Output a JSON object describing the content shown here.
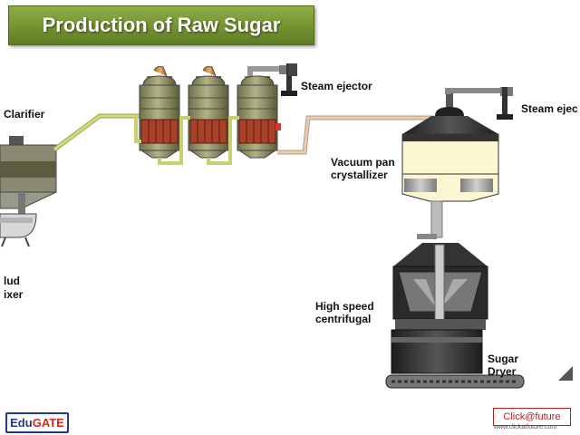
{
  "title": "Production of Raw Sugar",
  "labels": {
    "clarifier": "Clarifier",
    "mud_mixer_line1": "lud",
    "mud_mixer_line2": "ixer",
    "steam_ejector_1": "Steam ejector",
    "steam_ejector_2": "Steam ejec",
    "vacuum_pan_line1": "Vacuum pan",
    "vacuum_pan_line2": "crystallizer",
    "centrifugal_line1": "High speed",
    "centrifugal_line2": "centrifugal",
    "dryer_line1": "Sugar",
    "dryer_line2": "Dryer"
  },
  "branding": {
    "edugate_part1": "Edu",
    "edugate_part2": "GATE",
    "click_logo": "Click@future",
    "click_url": "www.clickatfuture.com"
  },
  "colors": {
    "title_bar": "#6f8f2e",
    "pipe_green": "#c8d070",
    "pipe_tan": "#d2b89a",
    "evaporator_body": "#8f8f62",
    "heater_red": "#a8402a",
    "crystallizer_fill": "#fbf7d2"
  }
}
